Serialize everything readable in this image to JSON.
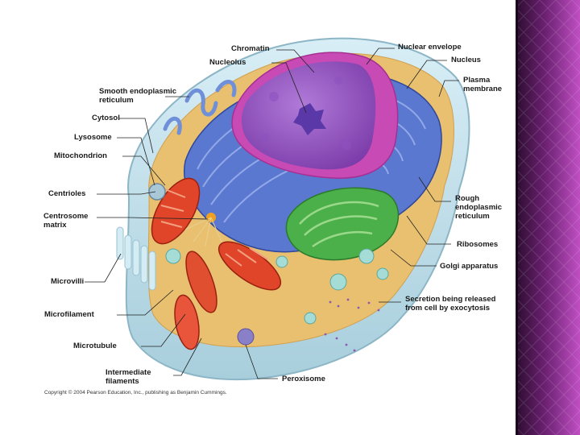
{
  "colors": {
    "sidebar_dark": "#2b0d2e",
    "sidebar_light": "#c04fc4",
    "nucleus": "#9b5bc8",
    "nuclear_envelope": "#c84ab4",
    "rough_er": "#4a6cc8",
    "golgi": "#3aa84a",
    "mitochondrion": "#e0452a",
    "cytosol": "#e8c070",
    "membrane": "#bfe0ec"
  },
  "labels": {
    "chromatin": "Chromatin",
    "nucleolus": "Nucleolus",
    "nuclear_envelope": "Nuclear envelope",
    "nucleus": "Nucleus",
    "plasma_membrane": "Plasma\nmembrane",
    "smooth_er": "Smooth endoplasmic\nreticulum",
    "cytosol": "Cytosol",
    "lysosome": "Lysosome",
    "mitochondrion": "Mitochondrion",
    "centrioles": "Centrioles",
    "centrosome_matrix": "Centrosome\nmatrix",
    "rough_er": "Rough\nendoplasmic\nreticulum",
    "ribosomes": "Ribosomes",
    "golgi": "Golgi apparatus",
    "microvilli": "Microvilli",
    "secretion": "Secretion being released\nfrom cell by exocytosis",
    "microfilament": "Microfilament",
    "microtubule": "Microtubule",
    "intermediate_filaments": "Intermediate\nfilaments",
    "peroxisome": "Peroxisome"
  },
  "copyright": "Copyright © 2004 Pearson Education, Inc., publishing as Benjamin Cummings."
}
